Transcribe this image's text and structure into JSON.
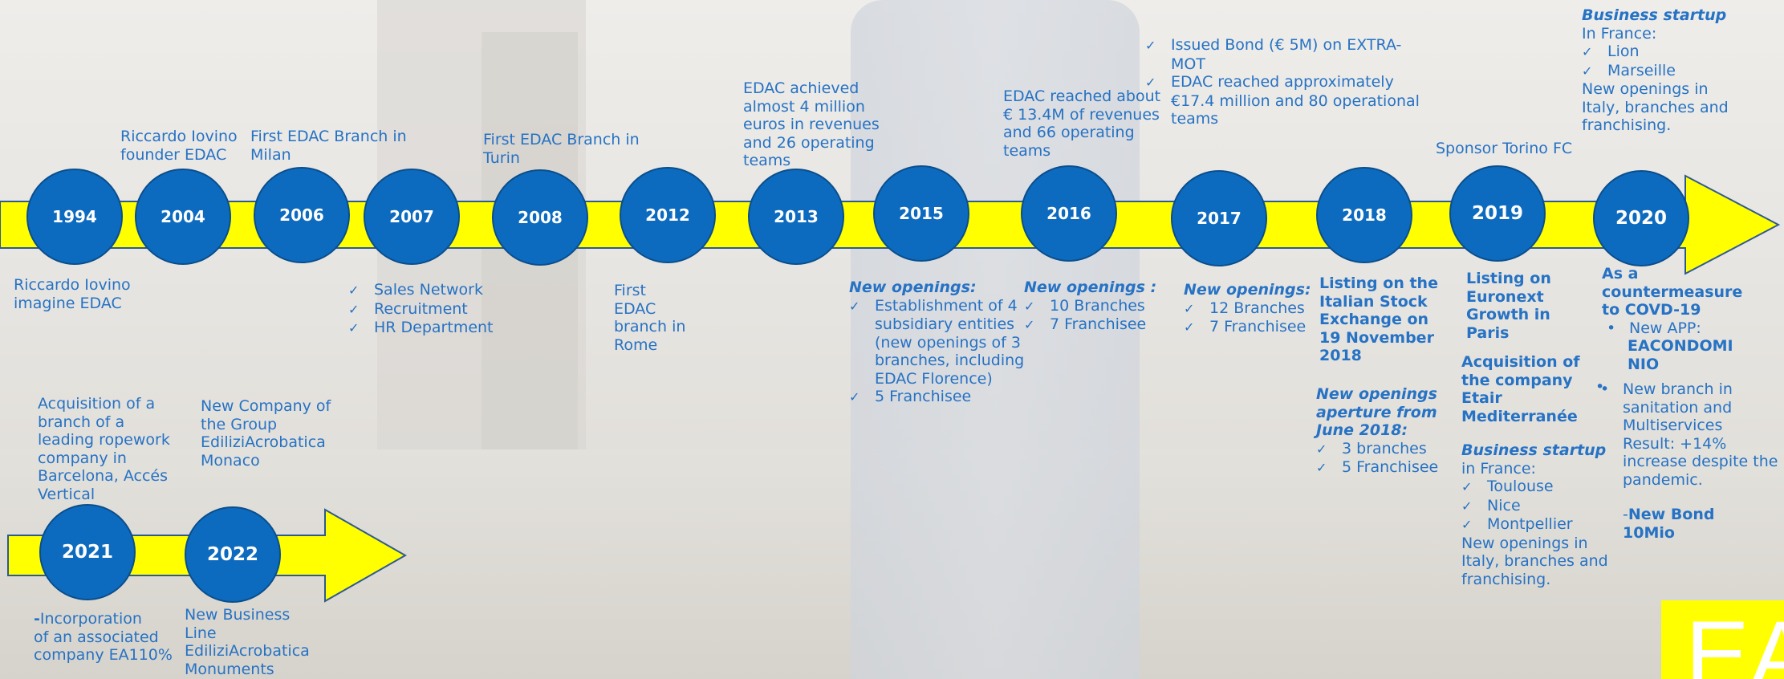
{
  "colors": {
    "arrow": "#ffff00",
    "circle": "#0d6bbf",
    "text": "#2672c4"
  },
  "years": [
    "1994",
    "2004",
    "2006",
    "2007",
    "2008",
    "2012",
    "2013",
    "2015",
    "2016",
    "2017",
    "2018",
    "2019",
    "2020",
    "2021",
    "2022"
  ],
  "above": {
    "y2004": [
      "Riccardo Iovino",
      "founder EDAC"
    ],
    "y2006": [
      "First EDAC Branch in",
      "Milan"
    ],
    "y2008": [
      "First EDAC Branch in",
      "Turin"
    ],
    "y2013": [
      "EDAC achieved",
      "almost 4 million",
      "euros in revenues",
      "and 26 operating",
      "teams"
    ],
    "y2016": [
      "EDAC reached about",
      "€ 13.4M of revenues",
      "and 66 operating",
      "teams"
    ],
    "y2017": [
      "Issued Bond (€ 5M) on EXTRA-",
      "MOT",
      "EDAC reached approximately",
      "€17.4 million and 80 operational",
      "teams"
    ],
    "y2019": "Sponsor Torino FC",
    "y2020": {
      "title": "Business startup",
      "country": "In France:",
      "cities": [
        "Lion",
        "Marseille"
      ],
      "tail": [
        "New openings in",
        "Italy, branches and",
        "franchising."
      ]
    }
  },
  "below": {
    "y1994": [
      "Riccardo Iovino",
      "imagine EDAC"
    ],
    "y2007": [
      "Sales Network",
      "Recruitment",
      "HR Department"
    ],
    "y2012": [
      "First",
      "EDAC",
      "branch in",
      "Rome"
    ],
    "y2015": {
      "title": "New openings:",
      "items": [
        "Establishment of 4",
        "subsidiary entities",
        "(new openings of 3",
        "branches, including",
        "EDAC Florence)"
      ],
      "item2": "5 Franchisee"
    },
    "y2016": {
      "title": "New openings :",
      "items": [
        "10 Branches",
        "7 Franchisee"
      ]
    },
    "y2017": {
      "title": "New openings:",
      "items": [
        "12 Branches",
        "7 Franchisee"
      ]
    },
    "y2018": {
      "listing": [
        "Listing on the",
        "Italian Stock",
        "Exchange on",
        "19 November",
        "2018"
      ],
      "title": [
        "New openings",
        "aperture from",
        "June 2018:"
      ],
      "items": [
        "3 branches",
        "5 Franchisee"
      ]
    },
    "y2019": {
      "listing": [
        "Listing on",
        "Euronext",
        "Growth in",
        "Paris"
      ],
      "acq": [
        "Acquisition of",
        "the company",
        "Etair",
        "Mediterranée"
      ],
      "startup": "Business startup",
      "country": "in France:",
      "cities": [
        "Toulouse",
        "Nice",
        "Montpellier"
      ],
      "tail": [
        "New openings in",
        "Italy, branches and",
        "franchising."
      ]
    },
    "y2020": {
      "title": [
        "As a",
        "countermeasure",
        "to COVD-19"
      ],
      "app": "New APP:",
      "appname": [
        "EACONDOMI",
        "NIO"
      ],
      "branch": [
        "New branch in",
        "sanitation and",
        "Multiservices"
      ],
      "result": [
        "Result: +14%",
        "increase despite the",
        "pandemic."
      ],
      "bond_dash": "-",
      "bond": [
        "New Bond",
        "10Mio"
      ]
    }
  },
  "second_row": {
    "y2021_above": [
      "Acquisition of a",
      "branch of a",
      "leading ropework",
      "company in",
      "Barcelona, Accés",
      "Vertical"
    ],
    "y2022_above": [
      "New Company of",
      "the Group",
      "EdiliziAcrobatica",
      "Monaco"
    ],
    "y2021_below_dash": "-",
    "y2021_below": [
      "Incorporation",
      "of an associated",
      "company EA110%"
    ],
    "y2022_below": [
      "New Business",
      "Line",
      "EdiliziAcrobatica",
      "Monuments"
    ]
  },
  "logo": {
    "text": "EA"
  }
}
